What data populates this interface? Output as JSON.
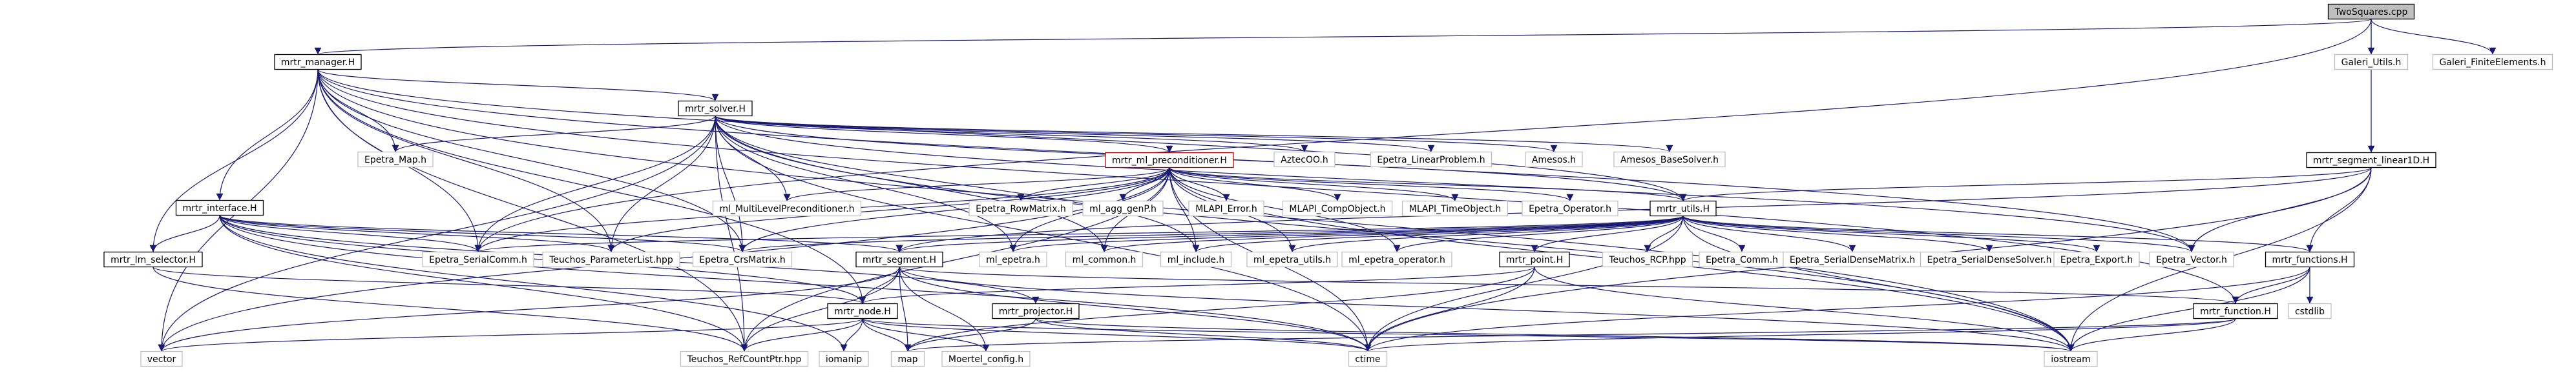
{
  "diagram": {
    "edge_color": "#191970",
    "nodes": [
      {
        "id": "twosquares",
        "label": "TwoSquares.cpp",
        "style": "root"
      },
      {
        "id": "mrtr_manager",
        "label": "mrtr_manager.H"
      },
      {
        "id": "galeri_utils",
        "label": "Galeri_Utils.h",
        "style": "gray"
      },
      {
        "id": "galeri_fe",
        "label": "Galeri_FiniteElements.h",
        "style": "gray"
      },
      {
        "id": "mrtr_solver",
        "label": "mrtr_solver.H"
      },
      {
        "id": "epetra_map",
        "label": "Epetra_Map.h",
        "style": "gray"
      },
      {
        "id": "mrtr_interface",
        "label": "mrtr_interface.H"
      },
      {
        "id": "mrtr_ml_precond",
        "label": "mrtr_ml_preconditioner.H",
        "style": "red"
      },
      {
        "id": "aztecoo",
        "label": "AztecOO.h",
        "style": "gray"
      },
      {
        "id": "epetra_linprob",
        "label": "Epetra_LinearProblem.h",
        "style": "gray"
      },
      {
        "id": "amesos",
        "label": "Amesos.h",
        "style": "gray"
      },
      {
        "id": "amesos_base",
        "label": "Amesos_BaseSolver.h",
        "style": "gray"
      },
      {
        "id": "mrtr_segment_lin",
        "label": "mrtr_segment_linear1D.H"
      },
      {
        "id": "ml_multilevel",
        "label": "ml_MultiLevelPreconditioner.h",
        "style": "gray"
      },
      {
        "id": "epetra_rowmatrix",
        "label": "Epetra_RowMatrix.h",
        "style": "gray"
      },
      {
        "id": "ml_agg_genp",
        "label": "ml_agg_genP.h",
        "style": "gray"
      },
      {
        "id": "mlapi_error",
        "label": "MLAPI_Error.h",
        "style": "gray"
      },
      {
        "id": "mlapi_compobj",
        "label": "MLAPI_CompObject.h",
        "style": "gray"
      },
      {
        "id": "mlapi_timeobj",
        "label": "MLAPI_TimeObject.h",
        "style": "gray"
      },
      {
        "id": "epetra_operator",
        "label": "Epetra_Operator.h",
        "style": "gray"
      },
      {
        "id": "mrtr_utils",
        "label": "mrtr_utils.H"
      },
      {
        "id": "mrtr_lm_selector",
        "label": "mrtr_lm_selector.H"
      },
      {
        "id": "epetra_serialcomm",
        "label": "Epetra_SerialComm.h",
        "style": "gray"
      },
      {
        "id": "teuchos_paramlist",
        "label": "Teuchos_ParameterList.hpp",
        "style": "gray"
      },
      {
        "id": "epetra_crsmatrix",
        "label": "Epetra_CrsMatrix.h",
        "style": "gray"
      },
      {
        "id": "mrtr_segment",
        "label": "mrtr_segment.H"
      },
      {
        "id": "ml_epetra",
        "label": "ml_epetra.h",
        "style": "gray"
      },
      {
        "id": "ml_common",
        "label": "ml_common.h",
        "style": "gray"
      },
      {
        "id": "ml_include",
        "label": "ml_include.h",
        "style": "gray"
      },
      {
        "id": "ml_epetra_utils",
        "label": "ml_epetra_utils.h",
        "style": "gray"
      },
      {
        "id": "ml_epetra_operator",
        "label": "ml_epetra_operator.h",
        "style": "gray"
      },
      {
        "id": "mrtr_point",
        "label": "mrtr_point.H"
      },
      {
        "id": "teuchos_rcp",
        "label": "Teuchos_RCP.hpp",
        "style": "gray"
      },
      {
        "id": "epetra_comm",
        "label": "Epetra_Comm.h",
        "style": "gray"
      },
      {
        "id": "epetra_serialdensematrix",
        "label": "Epetra_SerialDenseMatrix.h",
        "style": "gray"
      },
      {
        "id": "epetra_serialdensesolver",
        "label": "Epetra_SerialDenseSolver.h",
        "style": "gray"
      },
      {
        "id": "epetra_export",
        "label": "Epetra_Export.h",
        "style": "gray"
      },
      {
        "id": "epetra_vector",
        "label": "Epetra_Vector.h",
        "style": "gray"
      },
      {
        "id": "mrtr_functions",
        "label": "mrtr_functions.H"
      },
      {
        "id": "mrtr_node",
        "label": "mrtr_node.H"
      },
      {
        "id": "mrtr_projector",
        "label": "mrtr_projector.H"
      },
      {
        "id": "cstdlib",
        "label": "cstdlib",
        "style": "gray"
      },
      {
        "id": "mrtr_function",
        "label": "mrtr_function.H"
      },
      {
        "id": "vector",
        "label": "vector",
        "style": "gray"
      },
      {
        "id": "teuchos_refcountptr",
        "label": "Teuchos_RefCountPtr.hpp",
        "style": "gray"
      },
      {
        "id": "iomanip",
        "label": "iomanip",
        "style": "gray"
      },
      {
        "id": "map",
        "label": "map",
        "style": "gray"
      },
      {
        "id": "moertel_config",
        "label": "Moertel_config.h",
        "style": "gray"
      },
      {
        "id": "ctime",
        "label": "ctime",
        "style": "gray"
      },
      {
        "id": "iostream",
        "label": "iostream",
        "style": "gray"
      }
    ],
    "edges": [
      [
        "twosquares",
        "mrtr_manager"
      ],
      [
        "twosquares",
        "galeri_utils"
      ],
      [
        "twosquares",
        "galeri_fe"
      ],
      [
        "twosquares",
        "mrtr_segment_lin"
      ],
      [
        "twosquares",
        "epetra_serialcomm"
      ],
      [
        "mrtr_manager",
        "mrtr_solver"
      ],
      [
        "mrtr_manager",
        "epetra_map"
      ],
      [
        "mrtr_manager",
        "mrtr_interface"
      ],
      [
        "mrtr_manager",
        "mrtr_lm_selector"
      ],
      [
        "mrtr_manager",
        "epetra_serialcomm"
      ],
      [
        "mrtr_manager",
        "teuchos_paramlist"
      ],
      [
        "mrtr_manager",
        "epetra_crsmatrix"
      ],
      [
        "mrtr_manager",
        "mrtr_utils"
      ],
      [
        "mrtr_manager",
        "epetra_vector"
      ],
      [
        "mrtr_manager",
        "mrtr_node"
      ],
      [
        "mrtr_manager",
        "vector"
      ],
      [
        "mrtr_manager",
        "teuchos_refcountptr"
      ],
      [
        "mrtr_manager",
        "iostream"
      ],
      [
        "mrtr_manager",
        "mrtr_function"
      ],
      [
        "mrtr_solver",
        "epetra_map"
      ],
      [
        "mrtr_solver",
        "mrtr_ml_precond"
      ],
      [
        "mrtr_solver",
        "aztecoo"
      ],
      [
        "mrtr_solver",
        "epetra_linprob"
      ],
      [
        "mrtr_solver",
        "amesos"
      ],
      [
        "mrtr_solver",
        "amesos_base"
      ],
      [
        "mrtr_solver",
        "ml_multilevel"
      ],
      [
        "mrtr_solver",
        "mrtr_utils"
      ],
      [
        "mrtr_solver",
        "epetra_serialcomm"
      ],
      [
        "mrtr_solver",
        "teuchos_paramlist"
      ],
      [
        "mrtr_solver",
        "epetra_crsmatrix"
      ],
      [
        "mrtr_solver",
        "ml_epetra"
      ],
      [
        "mrtr_solver",
        "ml_common"
      ],
      [
        "mrtr_solver",
        "ml_include"
      ],
      [
        "mrtr_solver",
        "epetra_vector"
      ],
      [
        "mrtr_solver",
        "vector"
      ],
      [
        "mrtr_solver",
        "teuchos_refcountptr"
      ],
      [
        "mrtr_solver",
        "iostream"
      ],
      [
        "mrtr_solver",
        "ctime"
      ],
      [
        "mrtr_interface",
        "mrtr_lm_selector"
      ],
      [
        "mrtr_interface",
        "epetra_serialcomm"
      ],
      [
        "mrtr_interface",
        "teuchos_paramlist"
      ],
      [
        "mrtr_interface",
        "epetra_crsmatrix"
      ],
      [
        "mrtr_interface",
        "mrtr_segment"
      ],
      [
        "mrtr_interface",
        "mrtr_node"
      ],
      [
        "mrtr_interface",
        "mrtr_projector"
      ],
      [
        "mrtr_interface",
        "teuchos_refcountptr"
      ],
      [
        "mrtr_interface",
        "iomanip"
      ],
      [
        "mrtr_interface",
        "ctime"
      ],
      [
        "mrtr_ml_precond",
        "ml_multilevel"
      ],
      [
        "mrtr_ml_precond",
        "epetra_rowmatrix"
      ],
      [
        "mrtr_ml_precond",
        "ml_agg_genp"
      ],
      [
        "mrtr_ml_precond",
        "mlapi_error"
      ],
      [
        "mrtr_ml_precond",
        "mlapi_compobj"
      ],
      [
        "mrtr_ml_precond",
        "mlapi_timeobj"
      ],
      [
        "mrtr_ml_precond",
        "epetra_operator"
      ],
      [
        "mrtr_ml_precond",
        "mrtr_utils"
      ],
      [
        "mrtr_ml_precond",
        "epetra_serialcomm"
      ],
      [
        "mrtr_ml_precond",
        "teuchos_paramlist"
      ],
      [
        "mrtr_ml_precond",
        "epetra_crsmatrix"
      ],
      [
        "mrtr_ml_precond",
        "ml_epetra"
      ],
      [
        "mrtr_ml_precond",
        "ml_common"
      ],
      [
        "mrtr_ml_precond",
        "ml_include"
      ],
      [
        "mrtr_ml_precond",
        "ml_epetra_utils"
      ],
      [
        "mrtr_ml_precond",
        "ml_epetra_operator"
      ],
      [
        "mrtr_ml_precond",
        "vector"
      ],
      [
        "mrtr_ml_precond",
        "teuchos_refcountptr"
      ],
      [
        "mrtr_ml_precond",
        "ctime"
      ],
      [
        "mrtr_ml_precond",
        "iostream"
      ],
      [
        "mrtr_segment_lin",
        "mrtr_utils"
      ],
      [
        "mrtr_segment_lin",
        "mrtr_functions"
      ],
      [
        "mrtr_segment_lin",
        "epetra_vector"
      ],
      [
        "mrtr_segment_lin",
        "ctime"
      ],
      [
        "mrtr_segment_lin",
        "iostream"
      ],
      [
        "mrtr_segment_lin",
        "mrtr_segment"
      ],
      [
        "mrtr_utils",
        "epetra_serialcomm"
      ],
      [
        "mrtr_utils",
        "epetra_crsmatrix"
      ],
      [
        "mrtr_utils",
        "ml_epetra"
      ],
      [
        "mrtr_utils",
        "ml_common"
      ],
      [
        "mrtr_utils",
        "ml_include"
      ],
      [
        "mrtr_utils",
        "ml_epetra_utils"
      ],
      [
        "mrtr_utils",
        "ml_epetra_operator"
      ],
      [
        "mrtr_utils",
        "mrtr_point"
      ],
      [
        "mrtr_utils",
        "teuchos_rcp"
      ],
      [
        "mrtr_utils",
        "epetra_comm"
      ],
      [
        "mrtr_utils",
        "epetra_serialdensematrix"
      ],
      [
        "mrtr_utils",
        "epetra_serialdensesolver"
      ],
      [
        "mrtr_utils",
        "epetra_export"
      ],
      [
        "mrtr_utils",
        "epetra_vector"
      ],
      [
        "mrtr_utils",
        "mrtr_functions"
      ],
      [
        "mrtr_utils",
        "mrtr_segment"
      ],
      [
        "mrtr_utils",
        "ctime"
      ],
      [
        "mrtr_utils",
        "iostream"
      ],
      [
        "mrtr_lm_selector",
        "mrtr_node"
      ],
      [
        "mrtr_lm_selector",
        "teuchos_refcountptr"
      ],
      [
        "mrtr_segment",
        "mrtr_node"
      ],
      [
        "mrtr_segment",
        "vector"
      ],
      [
        "mrtr_segment",
        "teuchos_refcountptr"
      ],
      [
        "mrtr_segment",
        "map"
      ],
      [
        "mrtr_segment",
        "moertel_config"
      ],
      [
        "mrtr_segment",
        "ctime"
      ],
      [
        "mrtr_segment",
        "iostream"
      ],
      [
        "mrtr_segment",
        "mrtr_function"
      ],
      [
        "mrtr_point",
        "mrtr_node"
      ],
      [
        "mrtr_point",
        "map"
      ],
      [
        "mrtr_point",
        "ctime"
      ],
      [
        "mrtr_point",
        "iostream"
      ],
      [
        "mrtr_functions",
        "cstdlib"
      ],
      [
        "mrtr_functions",
        "mrtr_function"
      ],
      [
        "mrtr_functions",
        "ctime"
      ],
      [
        "mrtr_functions",
        "iostream"
      ],
      [
        "mrtr_node",
        "vector"
      ],
      [
        "mrtr_node",
        "teuchos_refcountptr"
      ],
      [
        "mrtr_node",
        "iomanip"
      ],
      [
        "mrtr_node",
        "map"
      ],
      [
        "mrtr_node",
        "moertel_config"
      ],
      [
        "mrtr_node",
        "ctime"
      ],
      [
        "mrtr_node",
        "iostream"
      ],
      [
        "mrtr_projector",
        "map"
      ],
      [
        "mrtr_projector",
        "ctime"
      ],
      [
        "mrtr_projector",
        "iostream"
      ],
      [
        "mrtr_function",
        "map"
      ],
      [
        "mrtr_function",
        "ctime"
      ],
      [
        "mrtr_function",
        "iostream"
      ]
    ]
  }
}
